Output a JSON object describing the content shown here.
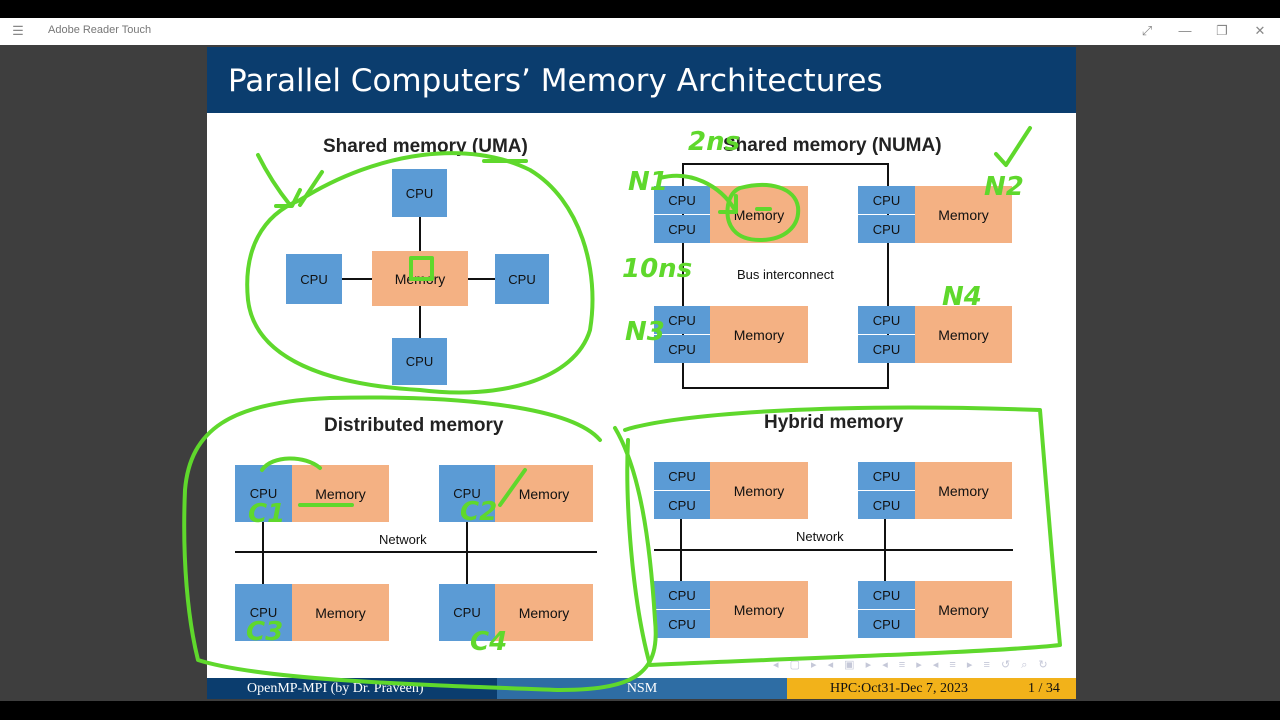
{
  "window": {
    "app_title": "Adobe Reader Touch",
    "menu_icon": "hamburger-icon",
    "controls": [
      "fullscreen-icon",
      "minimize-icon",
      "restore-icon",
      "close-icon"
    ]
  },
  "slide": {
    "title": "Parallel Computers’ Memory Architectures",
    "uma": {
      "title": "Shared memory (UMA)",
      "cpu": "CPU",
      "memory": "Memory"
    },
    "numa": {
      "title": "Shared memory (NUMA)",
      "cpu": "CPU",
      "memory": "Memory",
      "bus": "Bus interconnect"
    },
    "distributed": {
      "title": "Distributed memory",
      "cpu": "CPU",
      "memory": "Memory",
      "network": "Network"
    },
    "hybrid": {
      "title": "Hybrid memory",
      "cpu": "CPU",
      "memory": "Memory",
      "network": "Network"
    },
    "footer": {
      "left": "OpenMP-MPI  (by Dr. Praveen)",
      "middle": "NSM",
      "right": "HPC:Oct31-Dec 7, 2023",
      "page": "1 / 34"
    },
    "nav_controls": "◂ ▢ ▸ ◂ ▣ ▸ ◂ ≡ ▸ ◂ ≡ ▸  ≡  ↺ ⌕ ↻"
  },
  "annotations": {
    "ink_color": "#5fd82c",
    "texts": [
      "2ns",
      "N1",
      "N2",
      "N3",
      "N4",
      "10ns",
      "C1",
      "C2",
      "C3",
      "C4"
    ]
  },
  "colors": {
    "header_bg": "#0b3d6e",
    "cpu": "#5b9bd5",
    "memory": "#f4b183",
    "footer_left": "#0b3d6e",
    "footer_mid": "#2e6da4",
    "footer_right": "#f2b21a"
  }
}
